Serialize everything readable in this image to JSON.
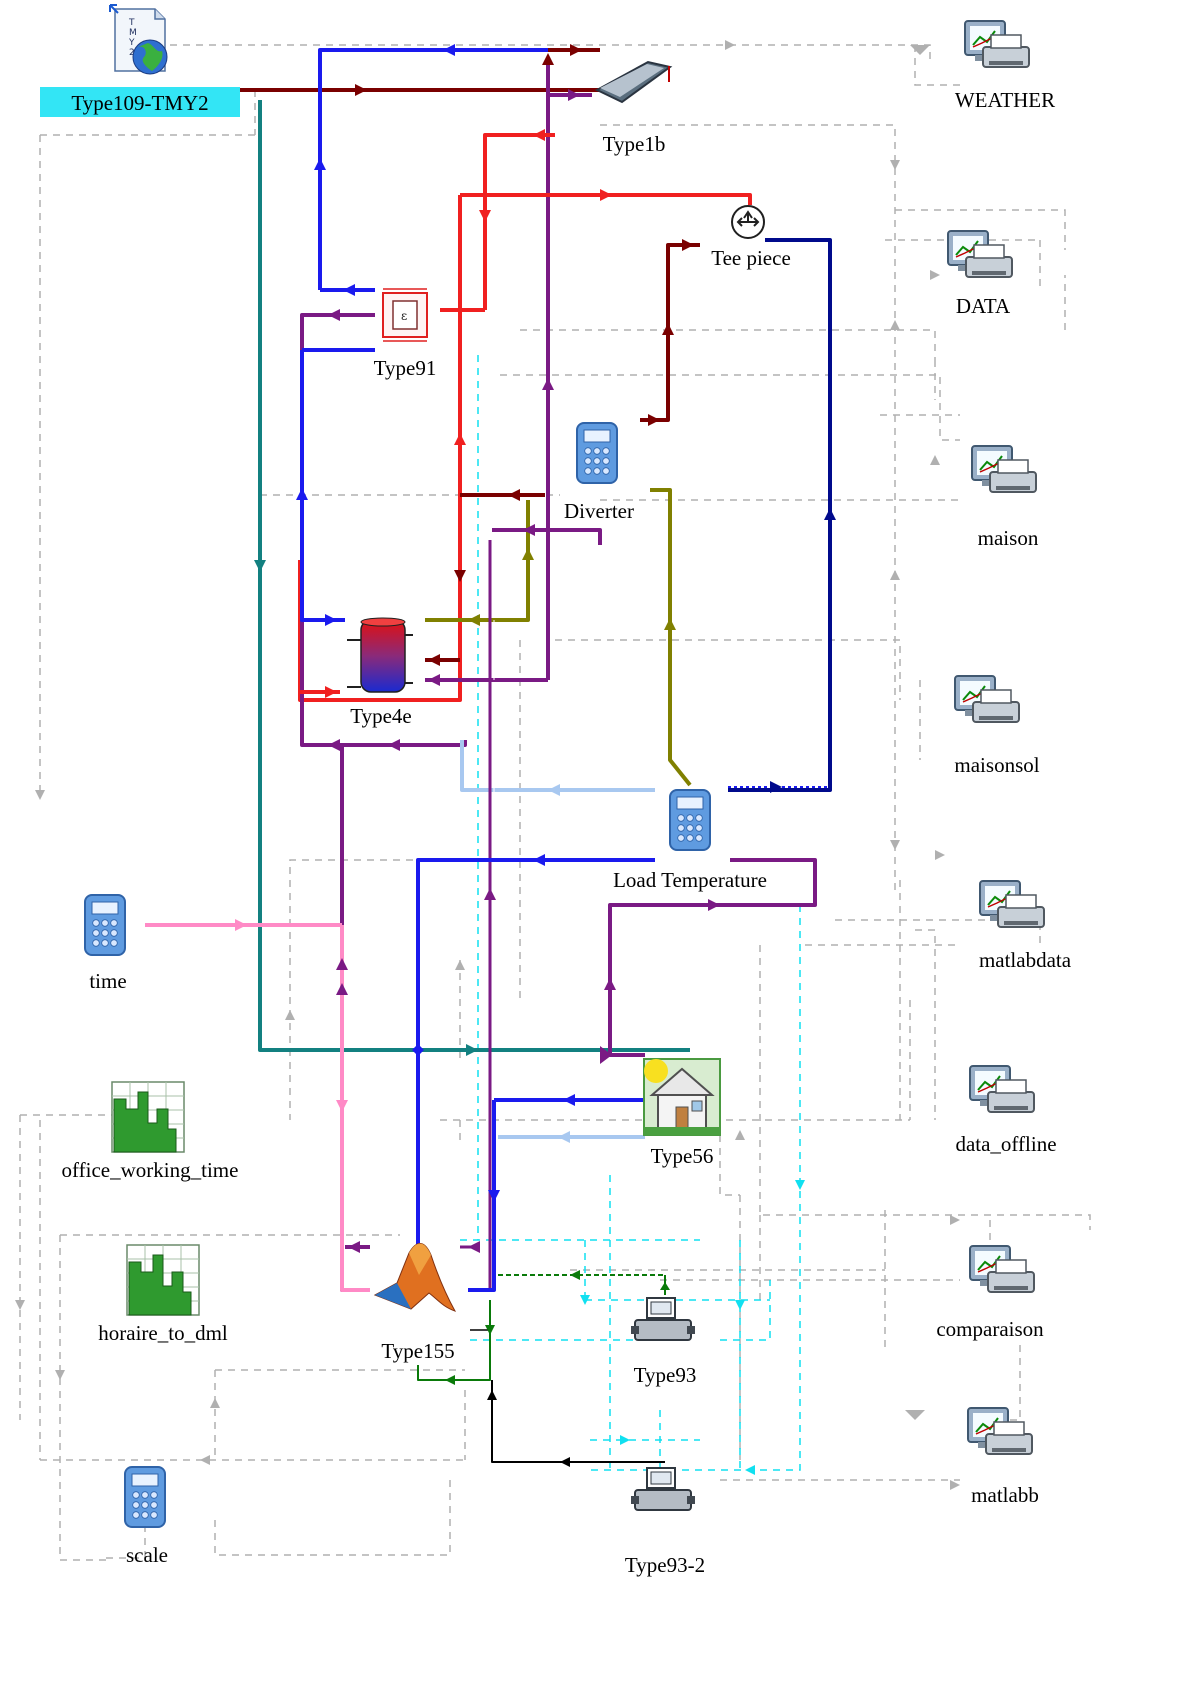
{
  "components": {
    "type109": {
      "label": "Type109-TMY2",
      "icon": "tmy2-weather-file-icon",
      "highlight": "#33e5f5"
    },
    "weather": {
      "label": "WEATHER",
      "icon": "online-plotter-icon"
    },
    "type1b": {
      "label": "Type1b",
      "icon": "solar-collector-icon"
    },
    "tee": {
      "label": "Tee piece",
      "icon": "tee-piece-icon"
    },
    "data": {
      "label": "DATA",
      "icon": "online-plotter-icon"
    },
    "type91": {
      "label": "Type91",
      "icon": "heat-exchanger-icon"
    },
    "diverter": {
      "label": "Diverter",
      "icon": "calculator-icon"
    },
    "maison": {
      "label": "maison",
      "icon": "online-plotter-icon"
    },
    "type4e": {
      "label": "Type4e",
      "icon": "storage-tank-icon"
    },
    "maisonsol": {
      "label": "maisonsol",
      "icon": "online-plotter-icon"
    },
    "load": {
      "label": "Load Temperature",
      "icon": "calculator-icon"
    },
    "time": {
      "label": "time",
      "icon": "calculator-icon"
    },
    "matlabdata": {
      "label": "matlabdata",
      "icon": "online-plotter-icon"
    },
    "type56": {
      "label": "Type56",
      "icon": "building-icon"
    },
    "office": {
      "label": "office_working_time",
      "icon": "schedule-chart-icon"
    },
    "dataoffline": {
      "label": "data_offline",
      "icon": "online-plotter-icon"
    },
    "horaire": {
      "label": "horaire_to_dml",
      "icon": "schedule-chart-icon"
    },
    "type155": {
      "label": "Type155",
      "icon": "matlab-icon"
    },
    "comparaison": {
      "label": "comparaison",
      "icon": "online-plotter-icon"
    },
    "type93": {
      "label": "Type93",
      "icon": "printer-icon"
    },
    "matlabb": {
      "label": "matlabb",
      "icon": "online-plotter-icon"
    },
    "type932": {
      "label": "Type93-2",
      "icon": "printer-icon"
    },
    "scale": {
      "label": "scale",
      "icon": "calculator-icon"
    }
  },
  "link_colors": {
    "blue": "#1a1aee",
    "red": "#f02020",
    "maroon": "#7a0000",
    "purple": "#7a1a84",
    "teal": "#138080",
    "olive": "#808000",
    "navy": "#000a8c",
    "pink": "#ff8ac6",
    "lightblue": "#a8c8f0",
    "cyan": "#10e0f0",
    "green": "#0a7a0a",
    "black": "#000000",
    "gray": "#b0b0b0"
  }
}
